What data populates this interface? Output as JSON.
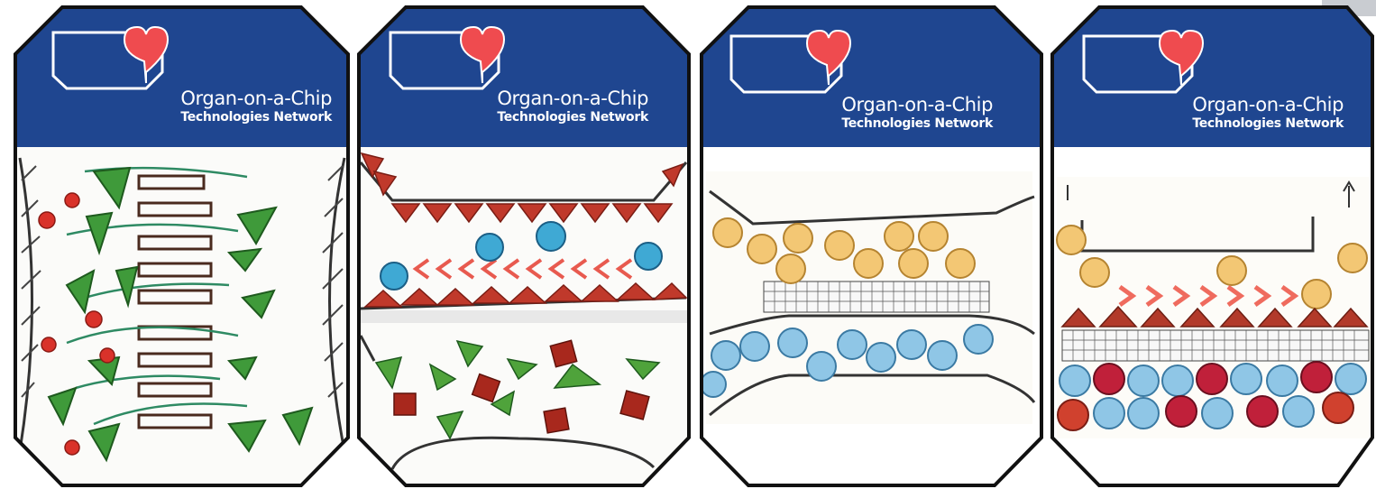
{
  "brand": {
    "title": "Organ-on-a-Chip",
    "subtitle": "Technologies Network",
    "color_header": "#1f4690",
    "color_heart": "#ef4b4f"
  },
  "panels": [
    {
      "index": 1,
      "depicts": "cells-and-channels"
    },
    {
      "index": 2,
      "depicts": "flow-with-beads"
    },
    {
      "index": 3,
      "depicts": "membrane-two-chambers"
    },
    {
      "index": 4,
      "depicts": "membrane-with-flow"
    }
  ]
}
